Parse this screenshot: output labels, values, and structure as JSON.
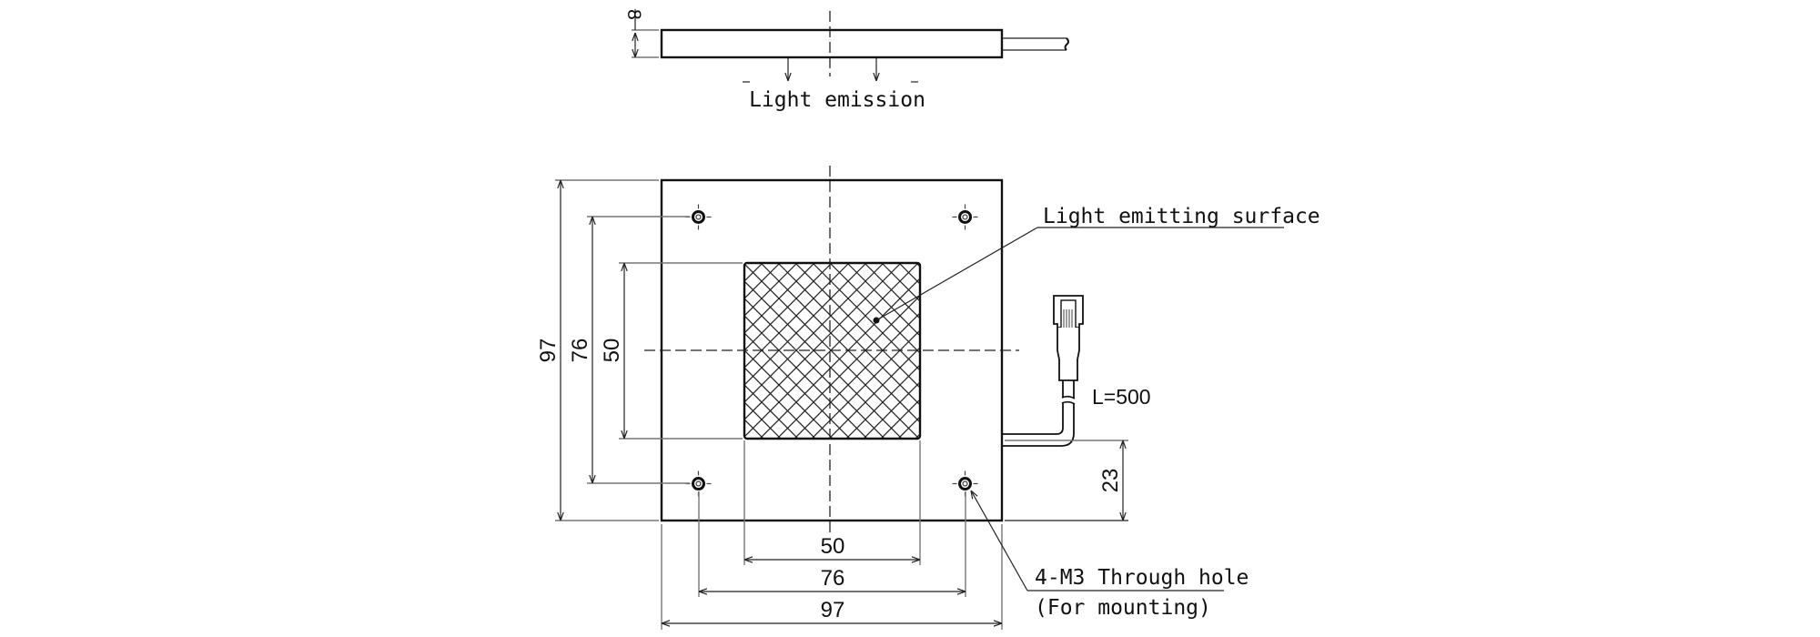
{
  "drawing": {
    "side_view": {
      "thickness_label": "8",
      "emission_label": "Light emission"
    },
    "front_view": {
      "surface_label": "Light emitting surface",
      "cable_length_label": "L=500",
      "hole_label_line1": "4-M3 Through hole",
      "hole_label_line2": "(For mounting)",
      "dimensions": {
        "vertical_outer": "97",
        "vertical_holes": "76",
        "vertical_surface": "50",
        "horizontal_surface": "50",
        "horizontal_holes": "76",
        "horizontal_outer": "97",
        "cable_offset": "23"
      }
    },
    "units": {
      "plate_size_mm": 97,
      "hole_pitch_mm": 76,
      "emitting_area_mm": 50,
      "thickness_mm": 8,
      "cable_length_mm": 500,
      "cable_offset_mm": 23,
      "hole_count": 4,
      "hole_thread": "M3"
    }
  }
}
